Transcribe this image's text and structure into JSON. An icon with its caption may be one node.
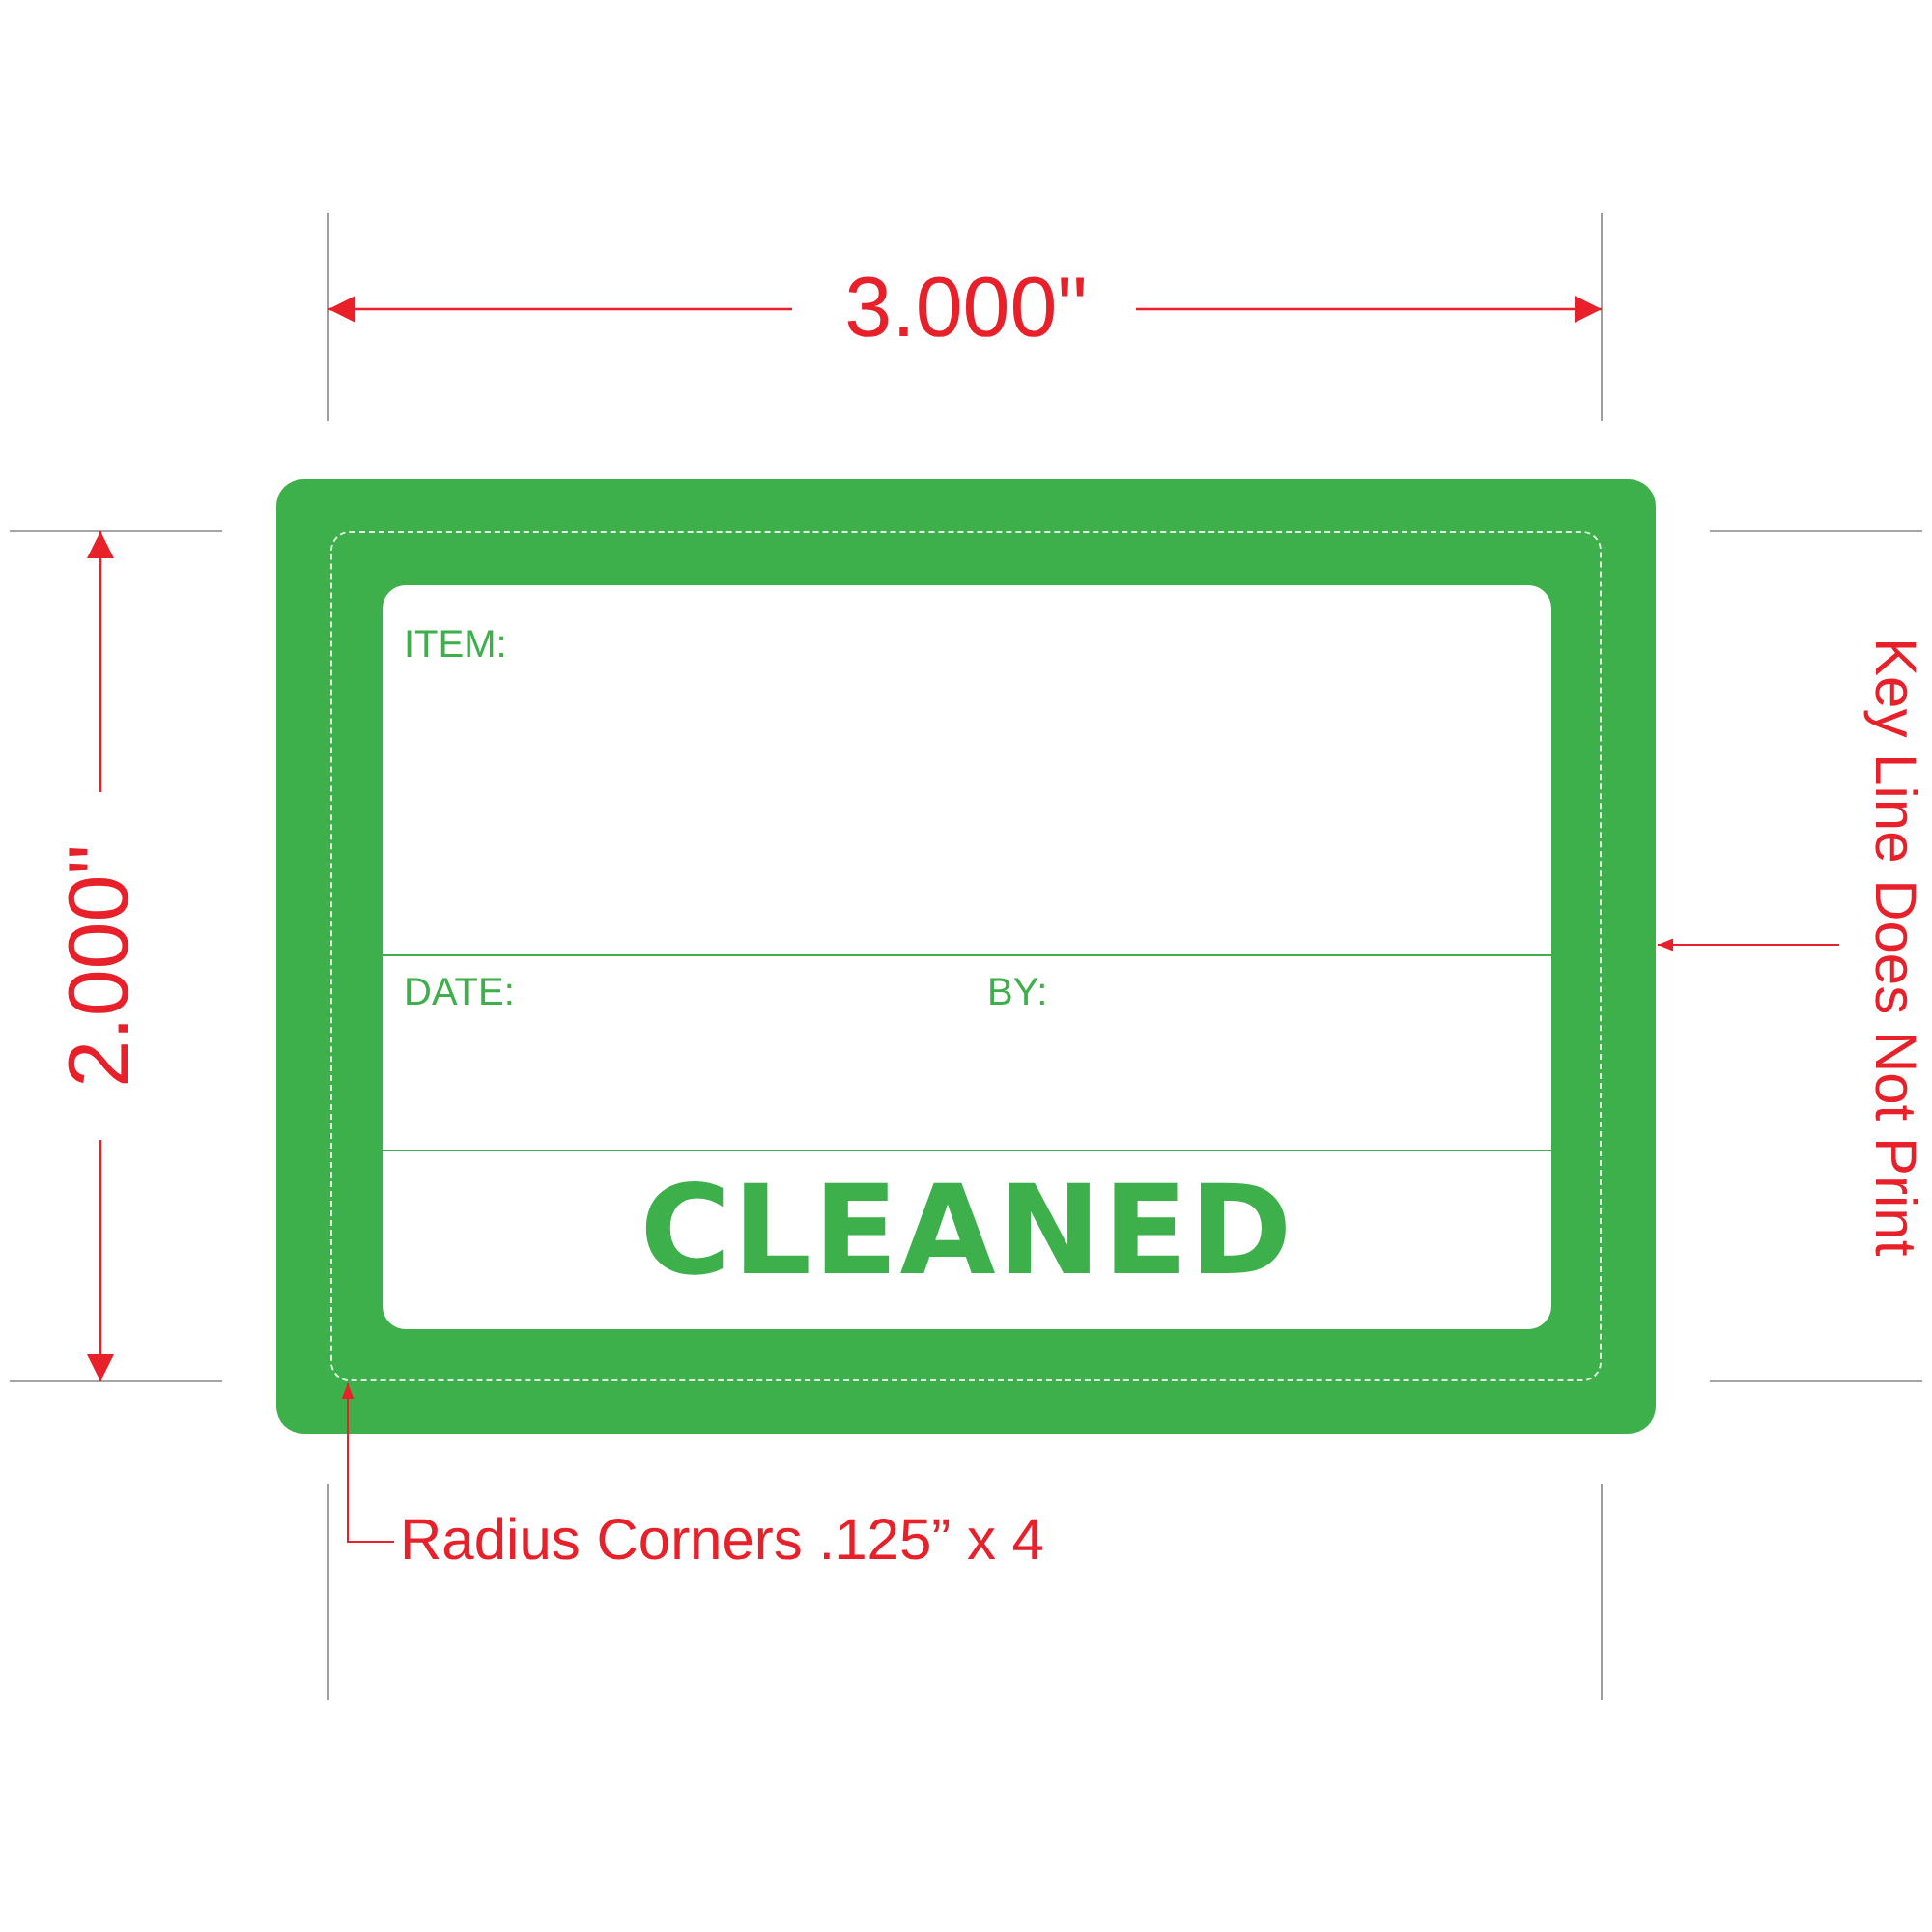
{
  "diagram": {
    "nodes": [
      {
        "text": [],
        "shape": "box"
      },
      {
        "text": [],
        "shape": "box",
        "in": 0
      },
      {
        "text": [
          "ITEM:",
          "DATE:",
          "BY:",
          "CLEANED"
        ],
        "in": 1
      },
      {
        "text": [
          "Radius Corners .125” x 4"
        ]
      },
      {
        "text": [
          "Key Line Does Not Print"
        ]
      }
    ],
    "edges": [
      {
        "from": 3,
        "to": 1,
        "arrow": "to",
        "color": "#e8202a"
      },
      {
        "from": 4,
        "to": 0,
        "arrow": "to",
        "color": "#e8202a"
      }
    ],
    "labels": [
      "3.000\"",
      "2.000\""
    ]
  }
}
